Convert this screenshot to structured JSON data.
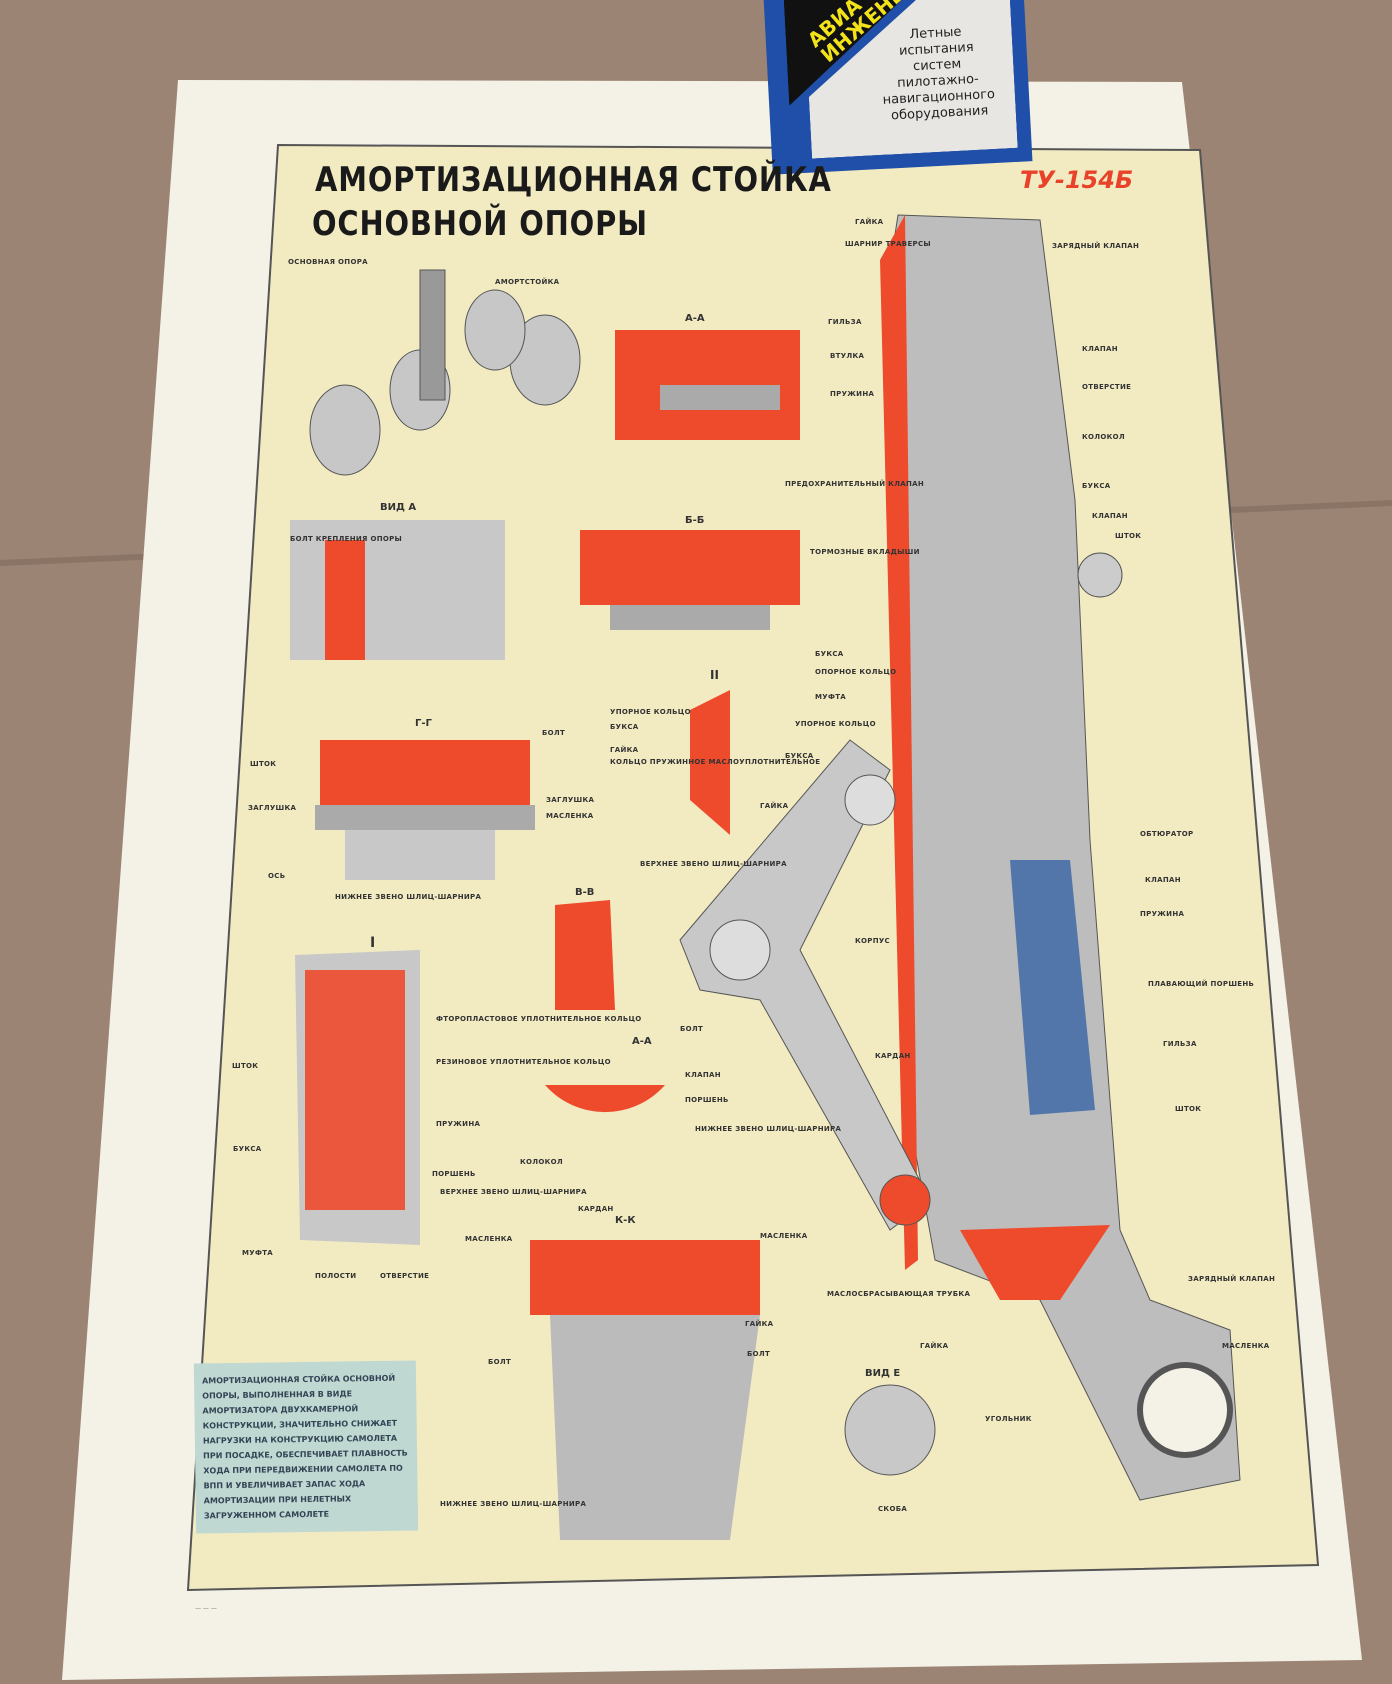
{
  "book": {
    "logo_lines": [
      "АВИА",
      "ИНЖЕНЕ"
    ],
    "title_lines": [
      "Летные",
      "испытания",
      "систем",
      "пилотажно-",
      "навигационного",
      "оборудования"
    ]
  },
  "poster": {
    "title_line1": "АМОРТИЗАЦИОННАЯ СТОЙКА",
    "title_line2": "ОСНОВНОЙ ОПОРЫ",
    "model": "ТУ-154Б",
    "sections": {
      "main_gear": "ОСНОВНАЯ ОПОРА",
      "aa": "А-А",
      "vid_a": "ВИД А",
      "bb": "Б-Б",
      "gg": "Г-Г",
      "vv": "В-В",
      "i": "I",
      "ii": "II",
      "aa2": "А-А",
      "kk": "К-К",
      "vid_e": "ВИД Е"
    },
    "labels": [
      "АМОРТСТОЙКА",
      "ГАЙКА",
      "ШАРНИР ТРАВЕРСЫ",
      "ЗАРЯДНЫЙ КЛАПАН",
      "ГИЛЬЗА",
      "ВТУЛКА",
      "ПРУЖИНА",
      "КЛАПАН",
      "ОТВЕРСТИЕ",
      "КОЛОКОЛ",
      "БУКСА",
      "КЛАПАН",
      "ШТОК",
      "ПРЕДОХРАНИТЕЛЬНЫЙ КЛАПАН",
      "ТОРМОЗНЫЕ ВКЛАДЫШИ",
      "БУКСА",
      "ОПОРНОЕ КОЛЬЦО",
      "МУФТА",
      "УПОРНОЕ КОЛЬЦО",
      "БУКСА",
      "ГАЙКА",
      "ОБТЮРАТОР",
      "КЛАПАН",
      "ПРУЖИНА",
      "КОРПУС",
      "ПЛАВАЮЩИЙ ПОРШЕНЬ",
      "ГИЛЬЗА",
      "КАРДАН",
      "ШТОК",
      "БОЛТ",
      "ЗАРЯДНЫЙ КЛАПАН",
      "МАСЛЕНКА",
      "МАСЛОСБРАСЫВАЮЩАЯ ТРУБКА",
      "ГАЙКА",
      "УГОЛЬНИК",
      "СКОБА",
      "ВЕРХНЕЕ ЗВЕНО ШЛИЦ-ШАРНИРА",
      "НИЖНЕЕ ЗВЕНО ШЛИЦ-ШАРНИРА",
      "ШТОК",
      "ЗАГЛУШКА",
      "ОСЬ",
      "БОЛТ",
      "ЗАГЛУШКА",
      "МАСЛЕНКА",
      "НИЖНЕЕ ЗВЕНО ШЛИЦ-ШАРНИРА",
      "ШТОК",
      "БУКСА",
      "МУФТА",
      "ПОЛОСТИ",
      "ОТВЕРСТИЕ",
      "ПРУЖИНА",
      "ПОРШЕНЬ",
      "РЕЗИНОВОЕ УПЛОТНИТЕЛЬНОЕ КОЛЬЦО",
      "ФТОРОПЛАСТОВОЕ УПЛОТНИТЕЛЬНОЕ КОЛЬЦО",
      "КЛАПАН",
      "ПОРШЕНЬ",
      "КОЛОКОЛ",
      "ВЕРХНЕЕ ЗВЕНО ШЛИЦ-ШАРНИРА",
      "КАРДАН",
      "МАСЛЕНКА",
      "МАСЛЕНКА",
      "БОЛТ",
      "ГАЙКА",
      "БОЛТ",
      "НИЖНЕЕ ЗВЕНО ШЛИЦ-ШАРНИРА",
      "БОЛТ КРЕПЛЕНИЯ ОПОРЫ",
      "УПОРНОЕ КОЛЬЦО",
      "БУКСА",
      "ГАЙКА",
      "КОЛЬЦО ПРУЖИННОЕ МАСЛОУПЛОТНИТЕЛЬНОЕ"
    ],
    "info_text": "АМОРТИЗАЦИОННАЯ СТОЙКА ОСНОВНОЙ ОПОРЫ, ВЫПОЛНЕННАЯ В ВИДЕ АМОРТИЗАТОРА ДВУХКАМЕРНОЙ КОНСТРУКЦИИ, ЗНАЧИТЕЛЬНО СНИЖАЕТ НАГРУЗКИ НА КОНСТРУКЦИЮ САМОЛЕТА ПРИ ПОСАДКЕ, ОБЕСПЕЧИВАЕТ ПЛАВНОСТЬ ХОДА ПРИ ПЕРЕДВИЖЕНИИ САМОЛЕТА ПО ВПП И УВЕЛИЧИВАЕТ ЗАПАС ХОДА АМОРТИЗАЦИИ ПРИ НЕЛЕТНЫХ ЗАГРУЖЕННОМ САМОЛЕТЕ"
  },
  "colors": {
    "paper": "#f4f1e6",
    "poster_bg": "#f2ebc2",
    "red": "#ee4a2c",
    "grey": "#b9b9b9",
    "blue": "#3a63a0"
  }
}
